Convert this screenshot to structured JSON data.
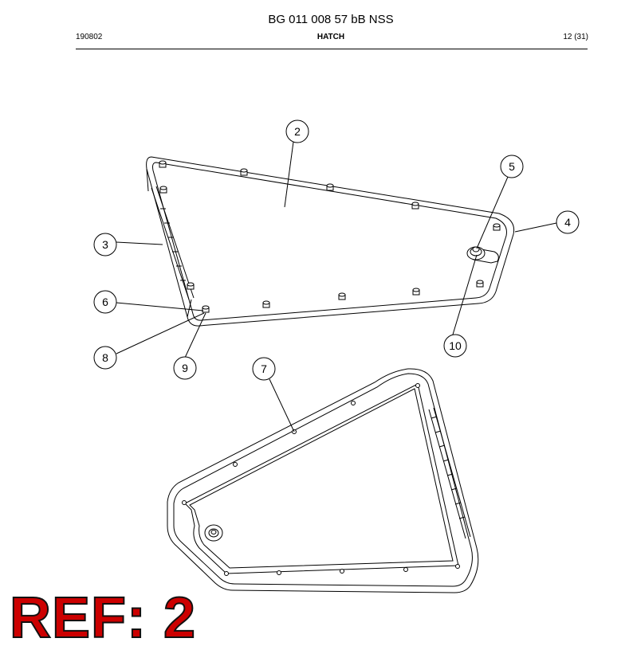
{
  "document": {
    "title": "BG 011 008 57 bB NSS",
    "code": "190802",
    "section": "HATCH",
    "page": "12 (31)"
  },
  "callouts": [
    "2",
    "3",
    "4",
    "5",
    "6",
    "7",
    "8",
    "9",
    "10"
  ],
  "ref_label": "REF: 2",
  "colors": {
    "ref_fill": "#cc0000",
    "ref_outline": "#111111",
    "line": "#000000"
  }
}
